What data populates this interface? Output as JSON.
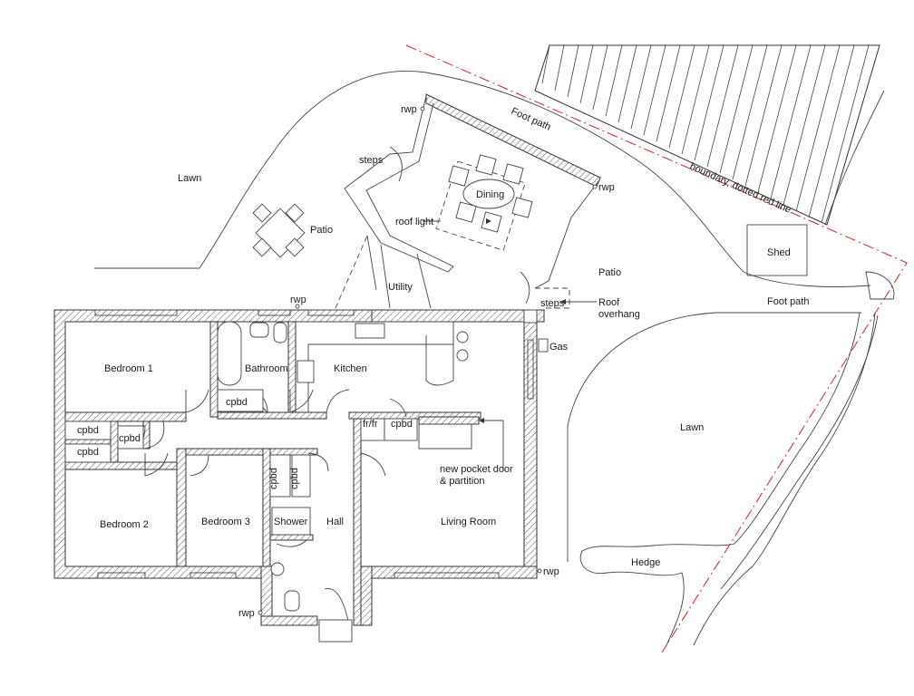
{
  "labels": {
    "lawn_top": "Lawn",
    "patio_left": "Patio",
    "steps_top": "steps",
    "rwp_top": "rwp",
    "foot_path_top": "Foot path",
    "dining": "Dining",
    "rwp_dining": "rwp",
    "roof_light": "roof light",
    "boundary": "boundary, dotted red line",
    "shed": "Shed",
    "patio_right": "Patio",
    "foot_path_right": "Foot path",
    "utility": "Utility",
    "rwp_utility": "rwp",
    "steps_right": "steps",
    "roof_overhang_1": "Roof",
    "roof_overhang_2": "overhang",
    "gas": "Gas",
    "bedroom1": "Bedroom 1",
    "bathroom": "Bathroom",
    "kitchen": "Kitchen",
    "cpbd_bath": "cpbd",
    "cpbd_left_1": "cpbd",
    "cpbd_left_2": "cpbd",
    "cpbd_hall": "cpbd",
    "fr_fr": "fr/fr",
    "cpbd_kitchen": "cpbd",
    "new_pocket_door_1": "new pocket door",
    "new_pocket_door_2": "& partition",
    "lawn_right": "Lawn",
    "cpbd_vert_1": "cpbd",
    "cpbd_vert_2": "cpbd",
    "bedroom2": "Bedroom 2",
    "bedroom3": "Bedroom 3",
    "shower": "Shower",
    "hall": "Hall",
    "living_room": "Living Room",
    "rwp_living": "rwp",
    "hedge": "Hedge",
    "rwp_bottom": "rwp"
  },
  "colors": {
    "boundary_line": "#e02020",
    "lines": "#333333"
  }
}
